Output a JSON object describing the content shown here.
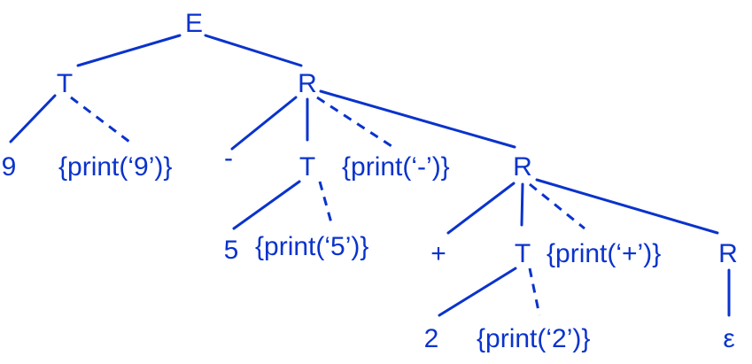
{
  "colors": {
    "ink": "#0a33cc",
    "background": "#ffffff"
  },
  "nodes": {
    "e_root": "E",
    "t1": "T",
    "r1": "R",
    "nine": "9",
    "print9": "{print(‘9’)}",
    "minus": "-",
    "t2": "T",
    "printminus": "{print(‘-’)}",
    "r2": "R",
    "five": "5",
    "print5": "{print(‘5’)}",
    "plus": "+",
    "t3": "T",
    "printplus": "{print(‘+’)}",
    "r3": "R",
    "two": "2",
    "print2": "{print(‘2’)}",
    "epsilon": "ε"
  }
}
